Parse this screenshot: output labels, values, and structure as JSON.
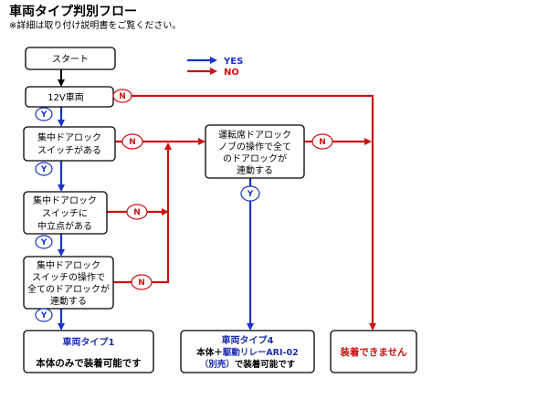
{
  "title": "車両タイプ判別フロー",
  "subtitle": "※詳細は取り付け説明書をご覧ください。",
  "legend": {
    "yes": "YES",
    "no": "NO"
  },
  "labels": {
    "yes": "Y",
    "no": "N"
  },
  "nodes": {
    "start": "スタート",
    "v12": "12V車両",
    "central_switch": [
      "集中ドアロック",
      "スイッチがある"
    ],
    "neutral_point": [
      "集中ドアロック",
      "スイッチに",
      "中立点がある"
    ],
    "switch_all_lock": [
      "集中ドアロック",
      "スイッチの操作で",
      "全てのドアロックが",
      "連動する"
    ],
    "driver_knob": [
      "運転席ドアロック",
      "ノブの操作で全て",
      "のドアロックが",
      "連動する"
    ]
  },
  "results": {
    "type1": {
      "name": "車両タイプ1",
      "desc": "本体のみで装着可能です"
    },
    "type4": {
      "name": "車両タイプ4",
      "line1_a": "本体＋",
      "line1_b": "駆動リレーARI-02",
      "line2_a": "（別売）",
      "line2_b": "で装着可能です"
    },
    "none": "装着できません"
  },
  "colors": {
    "yes": "#1a33c8",
    "no": "#cc1111"
  }
}
